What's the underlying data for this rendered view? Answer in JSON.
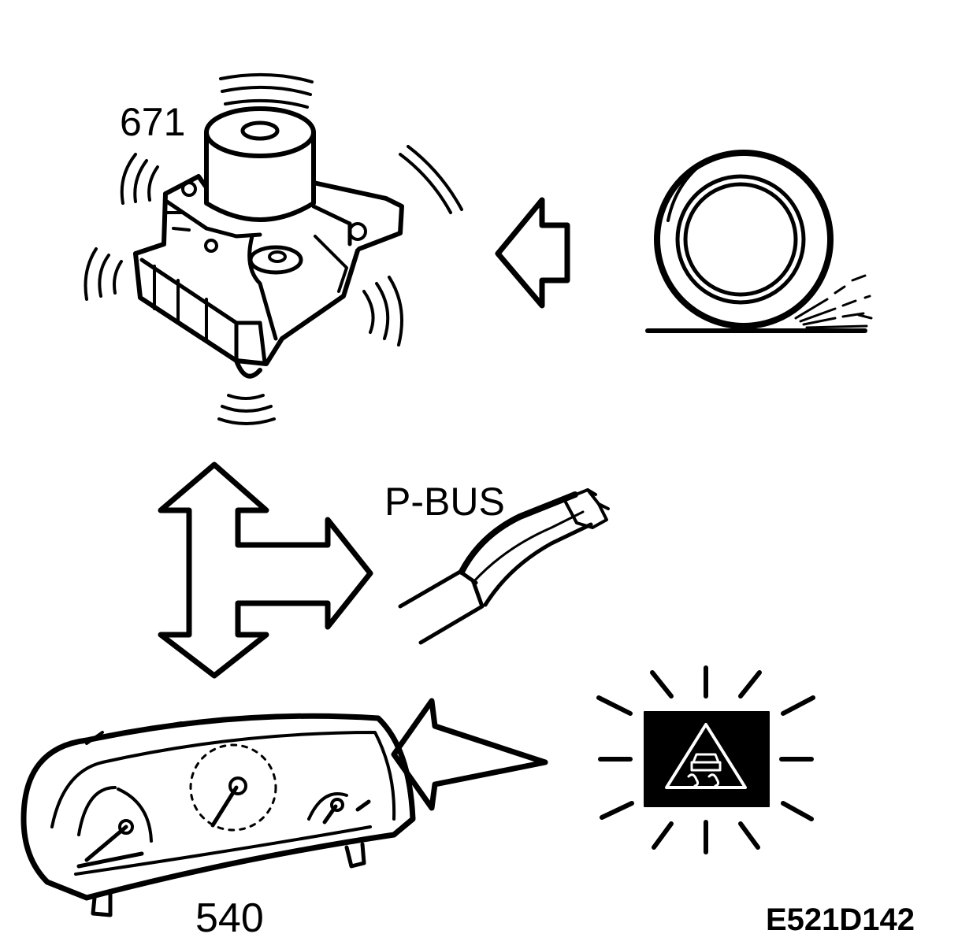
{
  "labels": {
    "abs_unit": "671",
    "bus": "P-BUS",
    "instrument_cluster": "540",
    "figure_code": "E521D142"
  },
  "icons": {
    "abs_unit": "abs-hydraulic-unit-icon",
    "wheel": "skidding-wheel-icon",
    "bus_cable": "bus-cable-icon",
    "cluster": "instrument-cluster-icon",
    "warning_lamp": "traction-control-warning-lamp-icon"
  },
  "colors": {
    "line": "#000000",
    "background": "#ffffff"
  }
}
